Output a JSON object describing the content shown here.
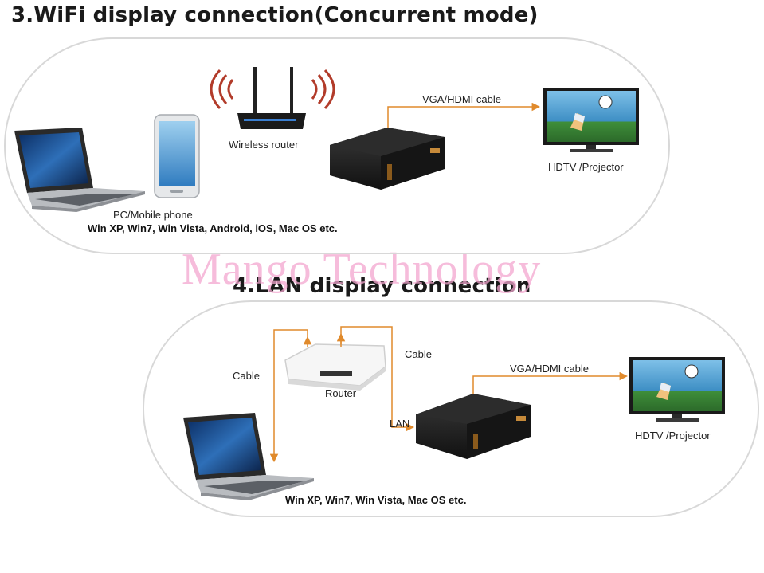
{
  "section_wifi": {
    "title": "3.WiFi display connection(Concurrent mode)",
    "router_label": "Wireless router",
    "cable_label": "VGA/HDMI cable",
    "display_label": "HDTV /Projector",
    "device_label": "PC/Mobile phone",
    "os_label": "Win XP, Win7, Win Vista, Android, iOS, Mac OS etc."
  },
  "watermark": "Mango Technology",
  "section_lan": {
    "title": "4.LAN display connection",
    "cable_left_label": "Cable",
    "cable_right_label": "Cable",
    "router_label": "Router",
    "lan_label": "LAN",
    "cable_label": "VGA/HDMI cable",
    "display_label": "HDTV /Projector",
    "os_label": "Win XP, Win7, Win Vista, Mac OS etc."
  },
  "colors": {
    "arrow": "#e08a2c",
    "outline": "#d8d8d8",
    "device_dark": "#1e1e1e"
  }
}
